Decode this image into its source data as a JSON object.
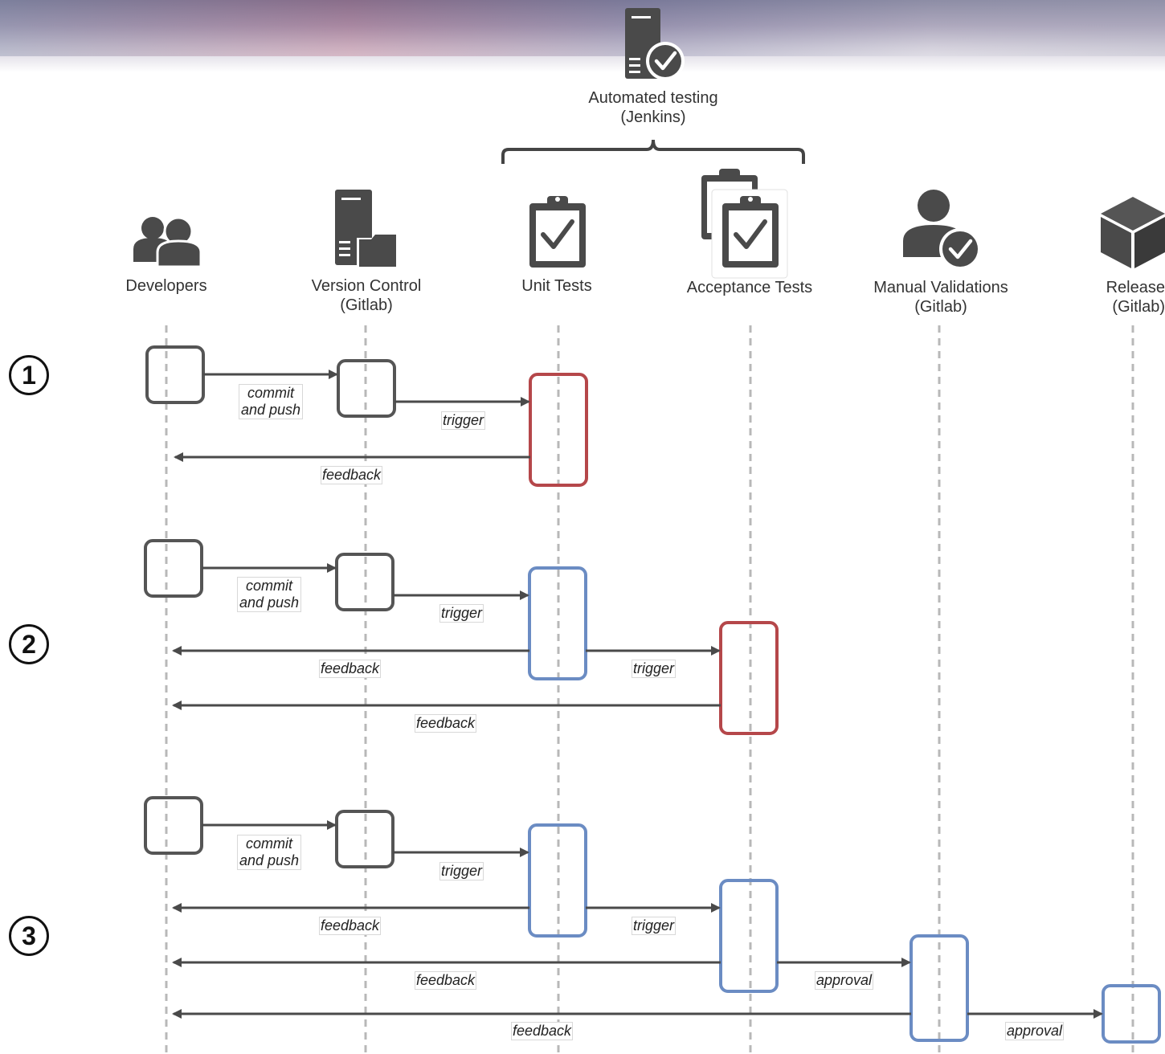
{
  "group": {
    "title_line1": "Automated testing",
    "title_line2": "(Jenkins)"
  },
  "actors": [
    {
      "line1": "Developers",
      "line2": ""
    },
    {
      "line1": "Version Control",
      "line2": "(Gitlab)"
    },
    {
      "line1": "Unit Tests",
      "line2": ""
    },
    {
      "line1": "Acceptance Tests",
      "line2": ""
    },
    {
      "line1": "Manual Validations",
      "line2": "(Gitlab)"
    },
    {
      "line1": "Release",
      "line2": "(Gitlab)"
    }
  ],
  "steps": [
    "1",
    "2",
    "3"
  ],
  "messages": {
    "commit_line1": "commit",
    "commit_line2": "and push",
    "trigger": "trigger",
    "feedback": "feedback",
    "approval": "approval"
  },
  "colors": {
    "fail": "#b5474a",
    "pass": "#6b8cc3",
    "neutral": "#555555",
    "lifeline": "#b8b8b8"
  },
  "icons": [
    "users-icon",
    "server-folder-icon",
    "clipboard-check-icon",
    "stacked-clipboards-icon",
    "user-check-icon",
    "package-box-icon",
    "server-check-icon"
  ]
}
